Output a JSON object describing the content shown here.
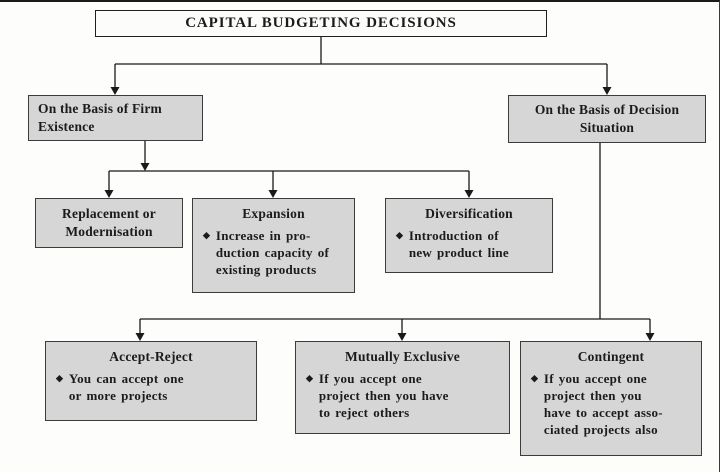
{
  "root": {
    "title": "CAPITAL BUDGETING DECISIONS"
  },
  "bullet_glyph": "◆",
  "branches": [
    {
      "label": "On the Basis of Firm\nExistence"
    },
    {
      "label": "On the Basis of Decision\nSituation"
    }
  ],
  "firm_nodes": [
    {
      "title": "Replacement or\nModernisation"
    },
    {
      "title": "Expansion",
      "bullet": "Increase in pro-\nduction capacity of\nexisting products"
    },
    {
      "title": "Diversification",
      "bullet": "Introduction of\nnew product line"
    }
  ],
  "situation_nodes": [
    {
      "title": "Accept-Reject",
      "bullet": "You can accept one\nor more projects"
    },
    {
      "title": "Mutually Exclusive",
      "bullet": "If you accept one\nproject then you have\nto reject others"
    },
    {
      "title": "Contingent",
      "bullet": "If you accept one\nproject then you\nhave to accept asso-\nciated projects also"
    }
  ],
  "colors": {
    "box_fill": "#d6d6d6",
    "box_border": "#3c3c3c",
    "line": "#1a1a1a",
    "background": "#fdfdfc"
  }
}
